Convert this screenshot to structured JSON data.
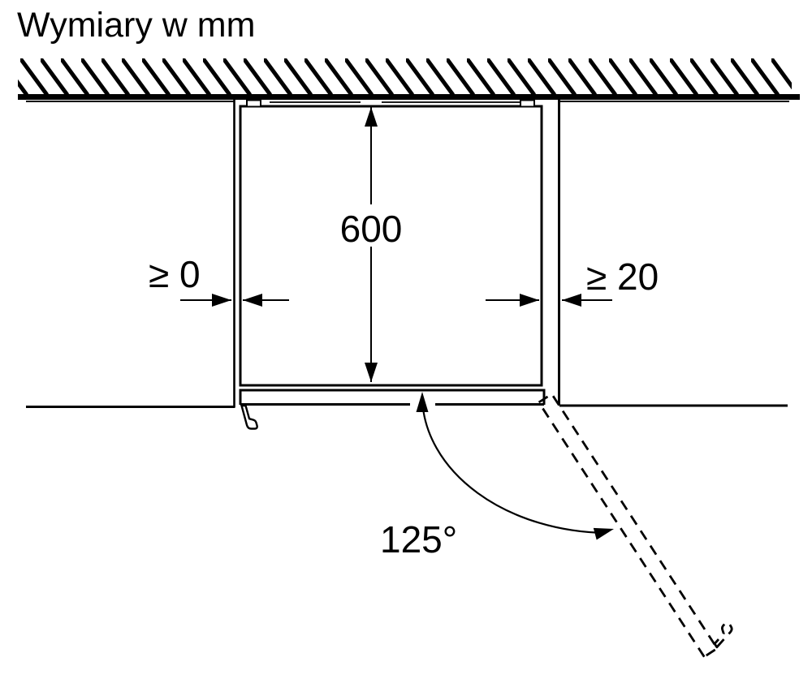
{
  "title": "Wymiary w mm",
  "diagram": {
    "type": "appliance-installation-top-view",
    "labels": {
      "niche_depth": "600",
      "left_clearance": "≥ 0",
      "right_clearance": "≥ 20",
      "door_opening_angle": "125°"
    },
    "colors": {
      "line": "#000000",
      "background": "#ffffff"
    }
  }
}
